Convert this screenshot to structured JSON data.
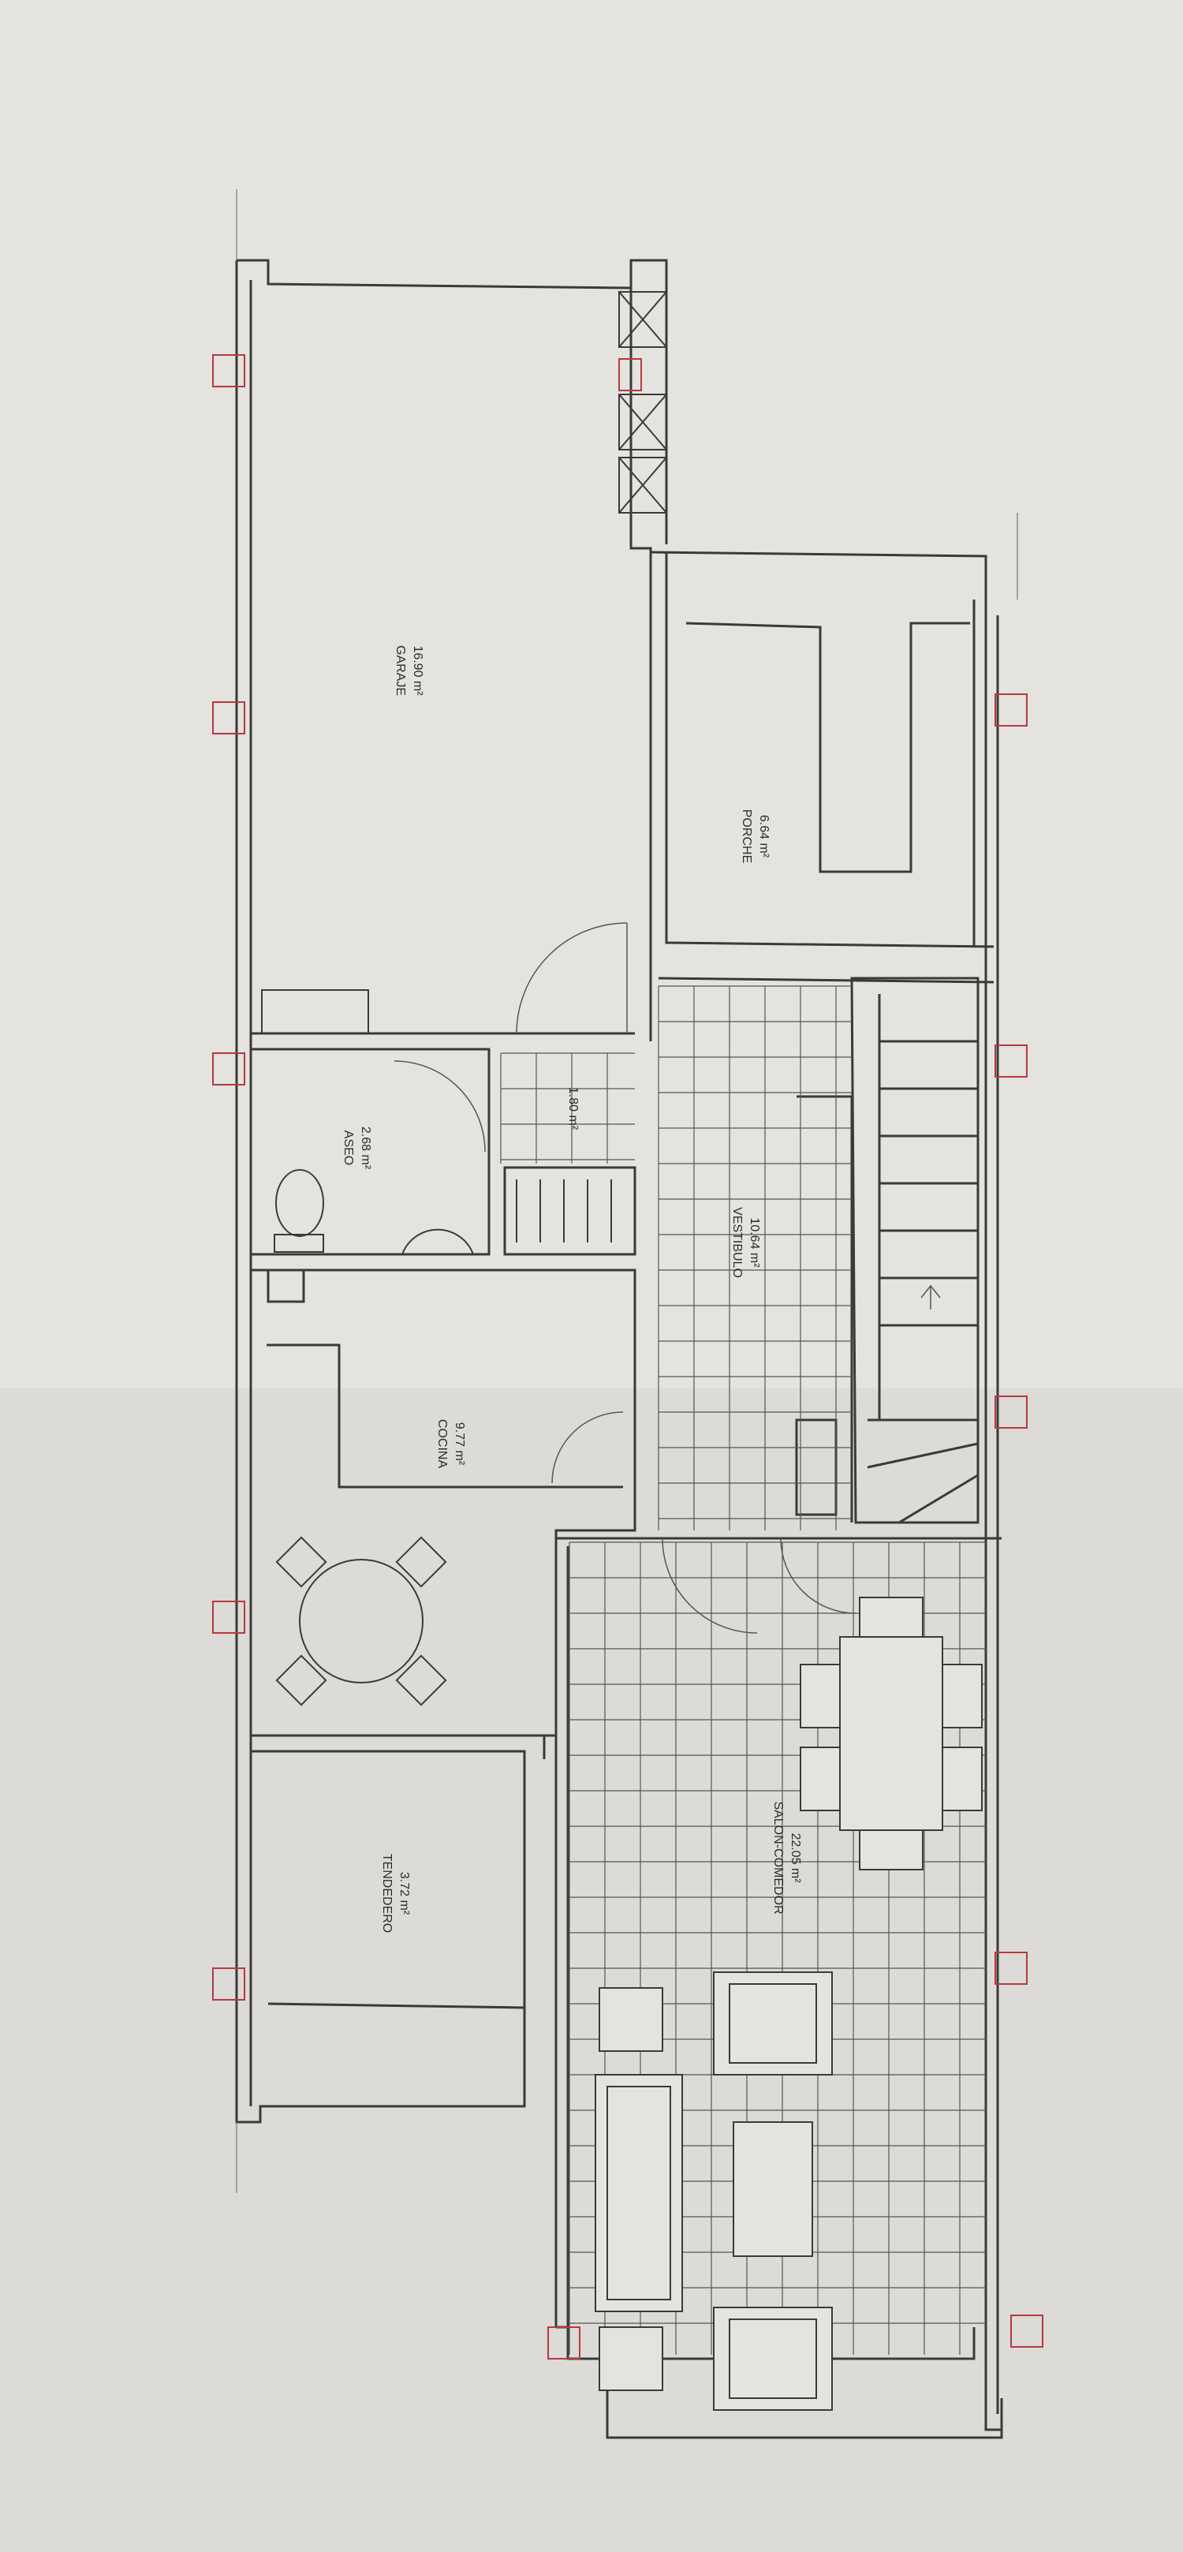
{
  "rooms": {
    "garaje": {
      "name": "GARAJE",
      "area": "16.90 m²"
    },
    "porche": {
      "name": "PORCHE",
      "area": "6.64 m²"
    },
    "aseo": {
      "name": "ASEO",
      "area": "2.68 m²"
    },
    "paso": {
      "name": "",
      "area": "1.80 m²"
    },
    "vestibulo": {
      "name": "VESTIBULO",
      "area": "10.64 m²"
    },
    "cocina": {
      "name": "COCINA",
      "area": "9.77 m²"
    },
    "tendedero": {
      "name": "TENDEDERO",
      "area": "3.72 m²"
    },
    "salon": {
      "name": "SALON-COMEDOR",
      "area": "22.05 m²"
    }
  },
  "colors": {
    "paper": "#e4e3e0",
    "line": "#3a3a3a",
    "column_marker": "#b8393c"
  }
}
